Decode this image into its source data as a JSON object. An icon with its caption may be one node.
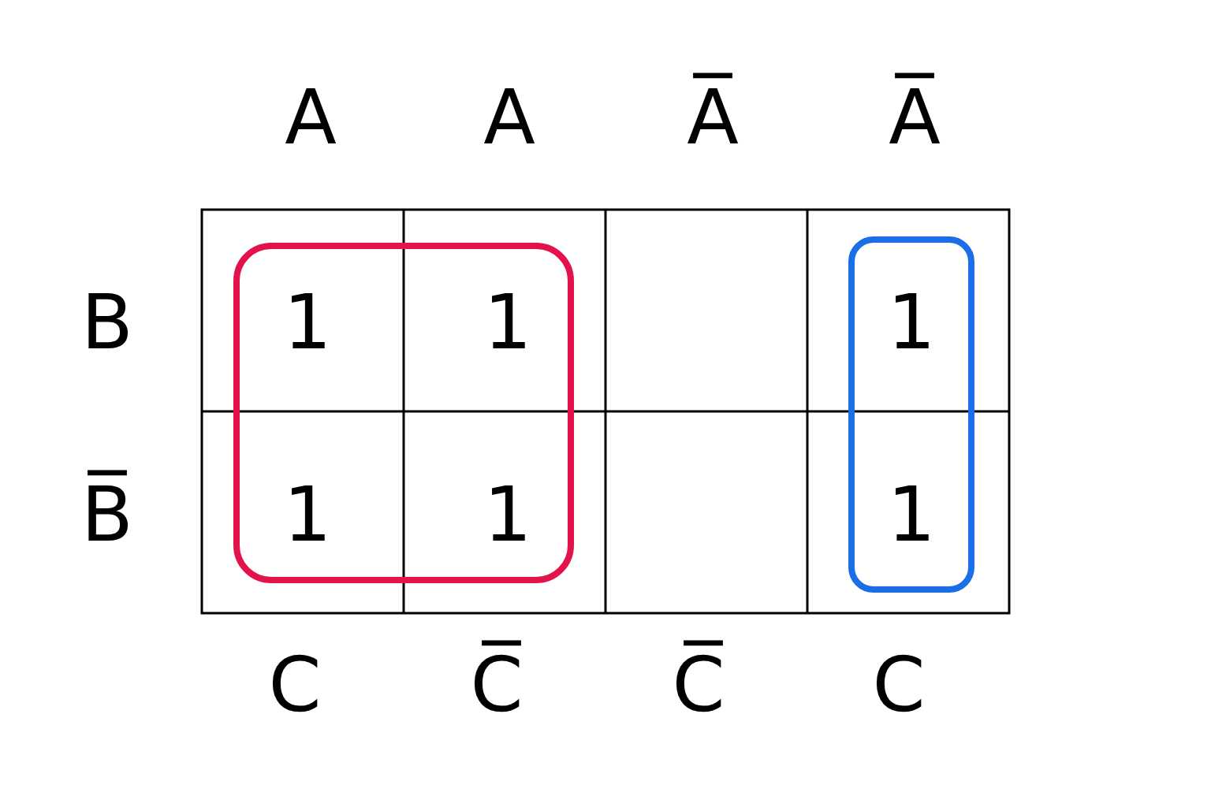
{
  "diagram": {
    "labels": [
      "A",
      "A",
      "A̅",
      "A̅",
      "B",
      "1",
      "1",
      "1",
      "B̅",
      "1",
      "1",
      "1",
      "C",
      "C̅",
      "C̅",
      "C"
    ]
  }
}
